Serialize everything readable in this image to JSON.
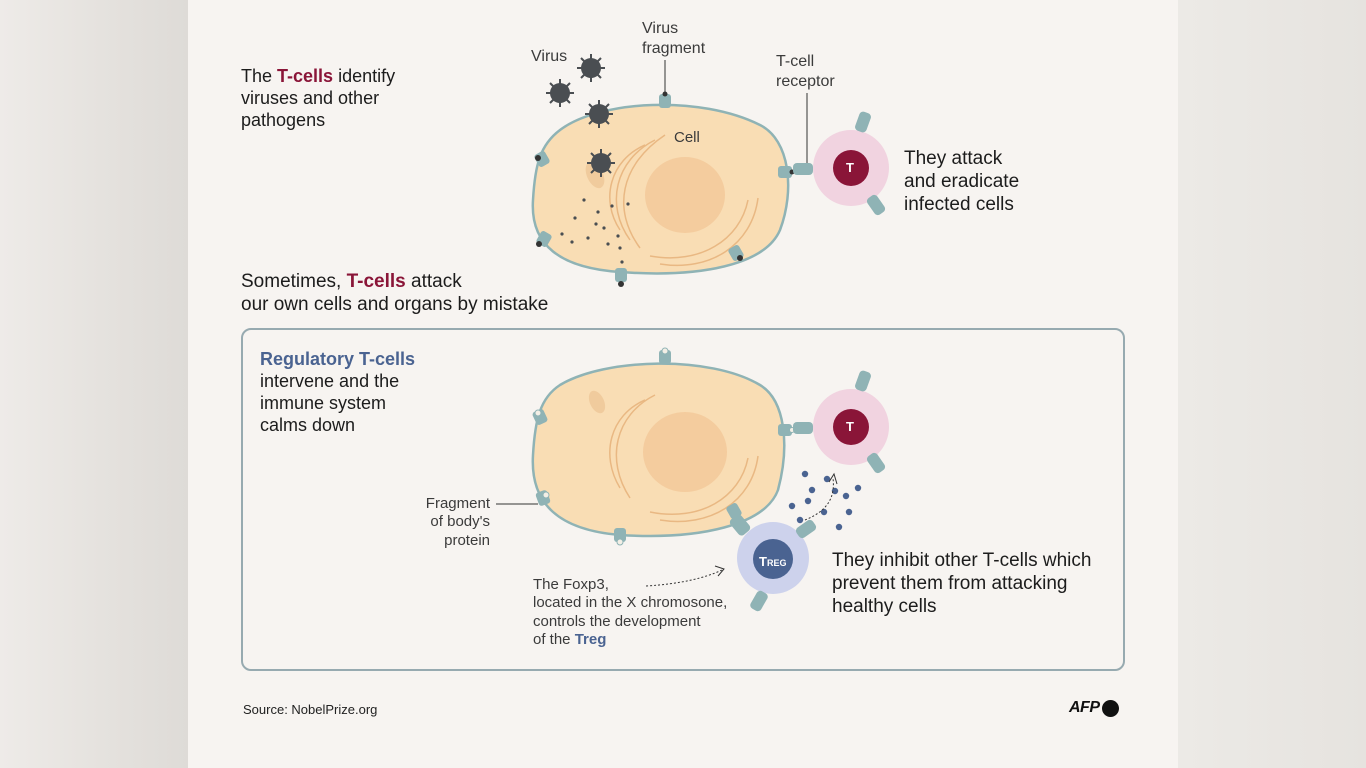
{
  "top_section": {
    "intro_before": "The ",
    "intro_highlight": "T-cells",
    "intro_after_l1": " identify",
    "intro_l2": "viruses and other",
    "intro_l3": "pathogens",
    "virus_label": "Virus",
    "virus_fragment_l1": "Virus",
    "virus_fragment_l2": "fragment",
    "receptor_l1": "T-cell",
    "receptor_l2": "receptor",
    "cell_label": "Cell",
    "t_cell_letter": "T",
    "attack_l1": "They attack",
    "attack_l2": "and eradicate",
    "attack_l3": "infected cells"
  },
  "middle": {
    "sometimes_before": "Sometimes, ",
    "sometimes_highlight": "T-cells",
    "sometimes_after": " attack",
    "sometimes_l2": "our own cells and organs by mistake"
  },
  "bottom_section": {
    "regulatory_highlight": "Regulatory T-cells",
    "regulatory_l2": "intervene and the",
    "regulatory_l3": "immune system",
    "regulatory_l4": "calms down",
    "fragment_l1": "Fragment",
    "fragment_l2": "of body's",
    "fragment_l3": "protein",
    "t_cell_letter": "T",
    "treg_big": "T",
    "treg_small": "REG",
    "foxp3_l1": "The Foxp3,",
    "foxp3_l2": "located in the X chromosone,",
    "foxp3_l3": "controls the development",
    "foxp3_l4_before": "of the ",
    "foxp3_l4_highlight": "Treg",
    "inhibit_l1": "They inhibit other T-cells which",
    "inhibit_l2": "prevent them from attacking",
    "inhibit_l3": "healthy cells"
  },
  "footer": {
    "source": "Source: NobelPrize.org",
    "logo_text": "AFP"
  },
  "colors": {
    "t_cells_highlight": "#8a1538",
    "regulatory_highlight": "#4a6391",
    "cell_fill": "#f9ddb4",
    "receptor": "#8fb3b5",
    "virus": "#4a4e52",
    "t_cell_halo": "#f1d3e0",
    "treg_halo": "#cdd2ec",
    "panel_border": "#97aab0"
  }
}
